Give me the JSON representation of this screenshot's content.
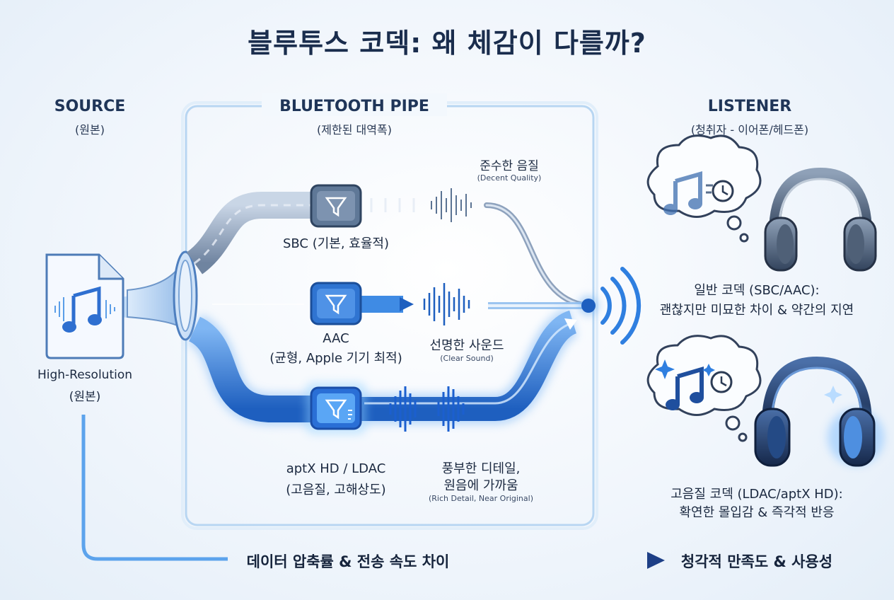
{
  "title": "블루투스 코덱: 왜 체감이 다를까?",
  "source": {
    "heading": "SOURCE",
    "subheading": "(원본)",
    "file_label_1": "High-Resolution",
    "file_label_2": "(원본)"
  },
  "pipe": {
    "heading": "BLUETOOTH PIPE",
    "subheading": "(제한된 대역폭)"
  },
  "listener": {
    "heading": "LISTENER",
    "subheading": "(청취자 - 이어폰/헤드폰)"
  },
  "codecs": {
    "sbc": {
      "name": "SBC (기본, 효율적)",
      "quality": "준수한 음질",
      "quality_en": "(Decent Quality)"
    },
    "aac": {
      "name_1": "AAC",
      "name_2": "(균형, Apple 기기 최적)",
      "quality": "선명한 사운드",
      "quality_en": "(Clear Sound)"
    },
    "hd": {
      "name_1": "aptX HD / LDAC",
      "name_2": "(고음질, 고해상도)",
      "quality_1": "풍부한 디테일,",
      "quality_2": "원음에 가까움",
      "quality_en": "(Rich Detail, Near Original)"
    }
  },
  "results": {
    "normal_1": "일반 코덱 (SBC/AAC):",
    "normal_2": "괜찮지만 미묘한 차이 & 약간의 지연",
    "high_1": "고음질 코덱 (LDAC/aptX HD):",
    "high_2": "확연한 몰입감 & 즉각적 반응"
  },
  "bottom": {
    "left": "데이터 압축률 & 전송 속도 차이",
    "right": "청각적 만족도 & 사용성"
  },
  "icons": [
    "document-music-icon",
    "funnel-icon",
    "headphones-icon",
    "music-note-icon",
    "clock-icon",
    "sparkle-icon",
    "wifi-signal-icon"
  ],
  "colors": {
    "accent": "#2f7fe0",
    "deep": "#1e5fbf",
    "pipe_gray": "#7f93ad",
    "text": "#1a2d4d"
  }
}
